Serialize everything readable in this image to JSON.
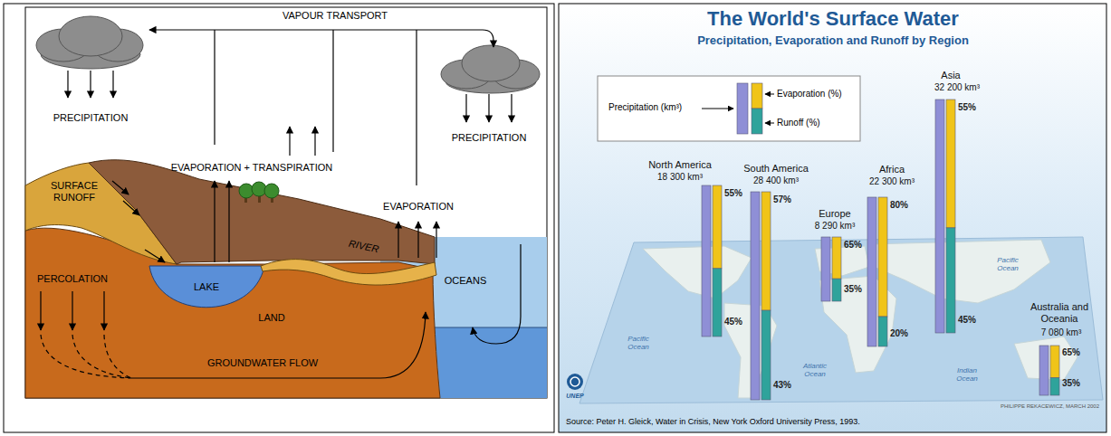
{
  "diagram": {
    "title": "The World's Surface Water",
    "caption": "Source: Peter H. Gleick, Water in Crisis, New York Oxford University Press, 1993.",
    "labels": [
      "VAPOUR TRANSPORT",
      "PRECIPITATION",
      "PRECIPITATION",
      "EVAPORATION + TRANSPIRATION",
      "EVAPORATION",
      "SURFACE RUNOFF",
      "PERCOLATION",
      "LAKE",
      "RIVER",
      "LAND",
      "OCEANS",
      "GROUNDWATER FLOW",
      "Precipitation, Evaporation and Runoff by Region",
      "North America",
      "18 300 km³",
      "55%",
      "45%",
      "South America",
      "28 400 km³",
      "57%",
      "43%",
      "Europe",
      "8 290 km³",
      "65%",
      "35%",
      "Africa",
      "22 300 km³",
      "80%",
      "20%",
      "Asia",
      "32 200 km³",
      "55%",
      "45%",
      "Australia and Oceania",
      "7 080 km³",
      "65%",
      "35%",
      "Pacific Ocean",
      "Pacific Ocean",
      "Atlantic Ocean",
      "Indian Ocean",
      "UNEP",
      "PHILIPPE REKACEWICZ, MARCH 2002"
    ],
    "legend": [
      {
        "text": "Precipitation (km³)",
        "color": "#8f8fd6"
      },
      {
        "text": "Evaporation (%)",
        "color": "#f0c419"
      },
      {
        "text": "Runoff (%)",
        "color": "#2fa39b"
      }
    ]
  }
}
